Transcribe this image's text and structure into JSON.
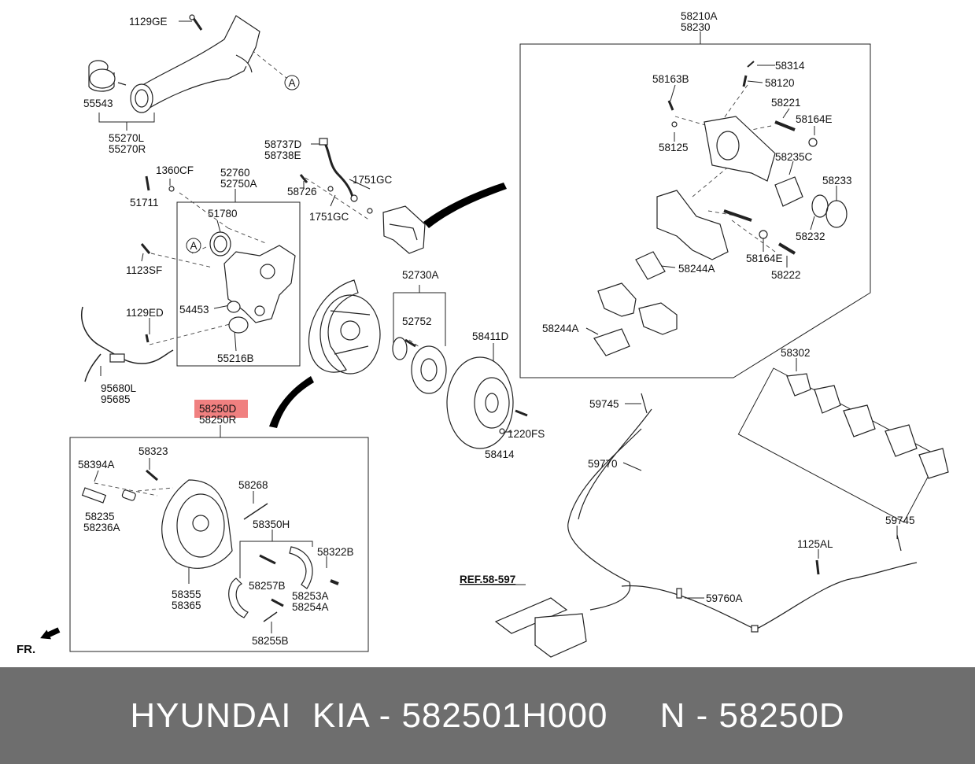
{
  "labels": {
    "p1129GE": "1129GE",
    "p55543": "55543",
    "p55270L": "55270L",
    "p55270R": "55270R",
    "p58737D": "58737D",
    "p58738E": "58738E",
    "p1360CF": "1360CF",
    "p51711": "51711",
    "p52760": "52760",
    "p52750A": "52750A",
    "p58726": "58726",
    "p1751GC_a": "1751GC",
    "p1751GC_b": "1751GC",
    "p51780": "51780",
    "p1123SF": "1123SF",
    "p54453": "54453",
    "p1129ED": "1129ED",
    "p55216B": "55216B",
    "p95680L": "95680L",
    "p95685": "95685",
    "p52730A": "52730A",
    "p52752": "52752",
    "p58411D": "58411D",
    "p1220FS": "1220FS",
    "p58414": "58414",
    "p58250D": "58250D",
    "p58250R": "58250R",
    "p58323": "58323",
    "p58394A": "58394A",
    "p58268": "58268",
    "p58235": "58235",
    "p58236A": "58236A",
    "p58350H": "58350H",
    "p58322B": "58322B",
    "p58257B": "58257B",
    "p58253A": "58253A",
    "p58254A": "58254A",
    "p58355": "58355",
    "p58365": "58365",
    "p58255B": "58255B",
    "p58210A": "58210A",
    "p58230": "58230",
    "p58314": "58314",
    "p58163B": "58163B",
    "p58120": "58120",
    "p58221": "58221",
    "p58164E_a": "58164E",
    "p58125": "58125",
    "p58235C": "58235C",
    "p58233": "58233",
    "p58232": "58232",
    "p58164E_b": "58164E",
    "p58222": "58222",
    "p58244A_a": "58244A",
    "p58244A_b": "58244A",
    "p58302": "58302",
    "p59745_a": "59745",
    "p59770": "59770",
    "p59745_b": "59745",
    "p1125AL": "1125AL",
    "pREF": "REF.58-597",
    "p59760A": "59760A",
    "pA1": "A",
    "pA2": "A",
    "pFR": "FR."
  },
  "highlight": {
    "part": "58250D",
    "color": "#f08080"
  },
  "footer": {
    "text": "HYUNDAI  KIA - 582501H000     N - 58250D",
    "background": "#6e6e6e",
    "color": "#ffffff"
  }
}
